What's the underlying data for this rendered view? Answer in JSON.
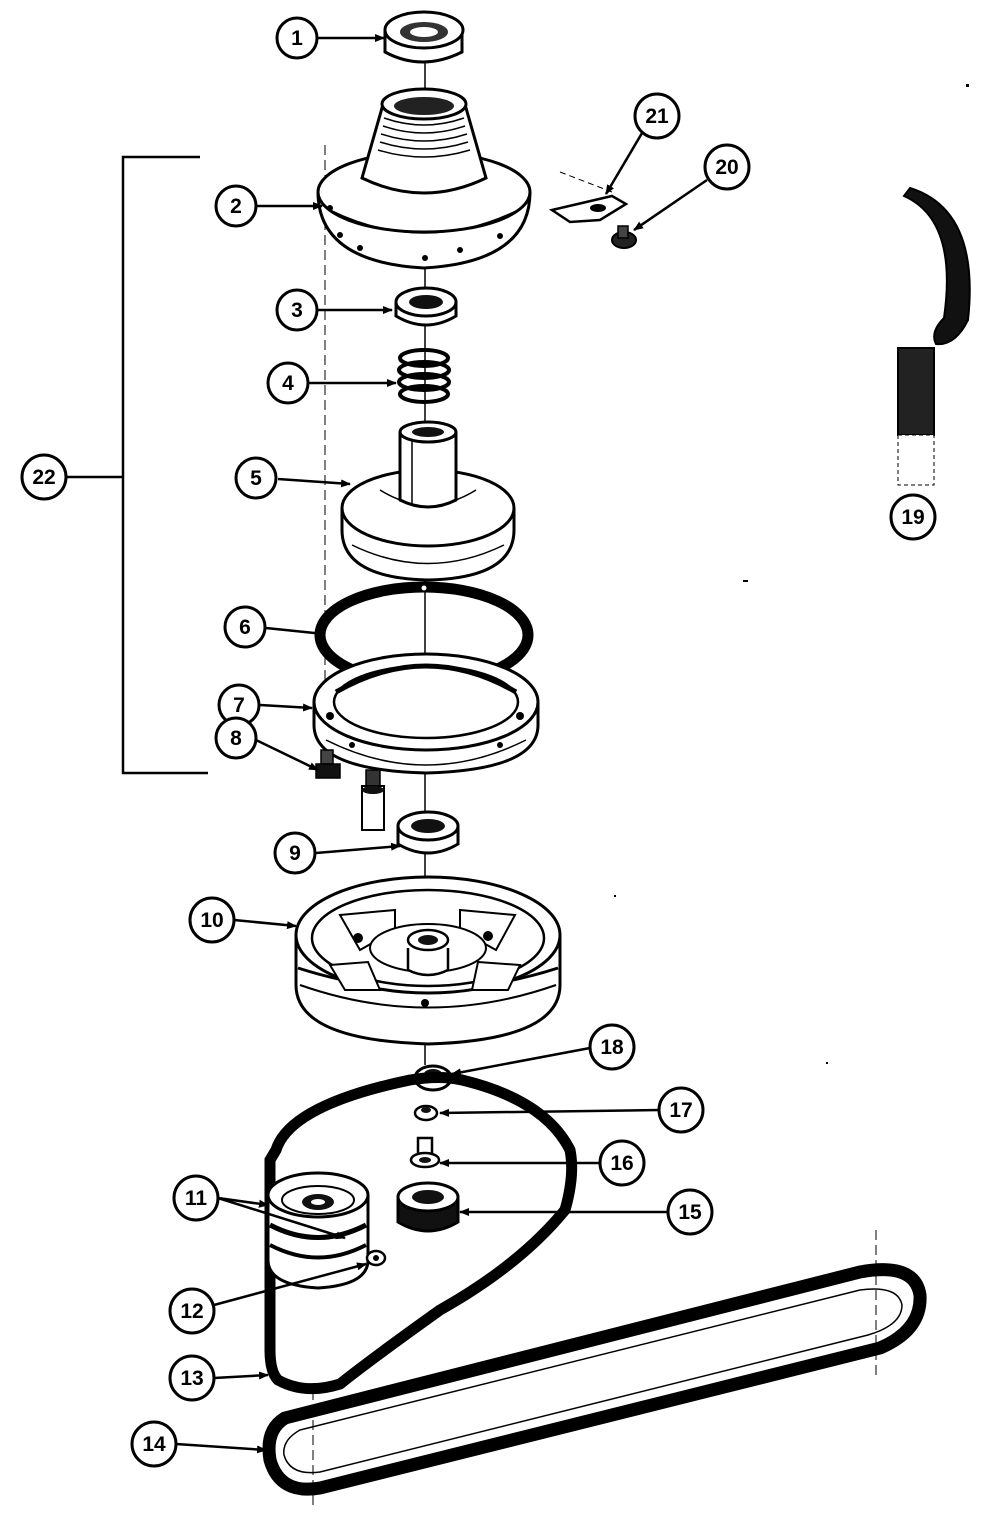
{
  "callouts": [
    {
      "id": "1",
      "label": "1"
    },
    {
      "id": "2",
      "label": "2"
    },
    {
      "id": "3",
      "label": "3"
    },
    {
      "id": "4",
      "label": "4"
    },
    {
      "id": "5",
      "label": "5"
    },
    {
      "id": "6",
      "label": "6"
    },
    {
      "id": "7",
      "label": "7"
    },
    {
      "id": "8",
      "label": "8"
    },
    {
      "id": "9",
      "label": "9"
    },
    {
      "id": "10",
      "label": "10"
    },
    {
      "id": "11",
      "label": "11"
    },
    {
      "id": "12",
      "label": "12"
    },
    {
      "id": "13",
      "label": "13"
    },
    {
      "id": "14",
      "label": "14"
    },
    {
      "id": "15",
      "label": "15"
    },
    {
      "id": "16",
      "label": "16"
    },
    {
      "id": "17",
      "label": "17"
    },
    {
      "id": "18",
      "label": "18"
    },
    {
      "id": "19",
      "label": "19"
    },
    {
      "id": "20",
      "label": "20"
    },
    {
      "id": "21",
      "label": "21"
    },
    {
      "id": "22",
      "label": "22"
    }
  ],
  "colors": {
    "ink": "#000000",
    "paper": "#ffffff",
    "shade": "#555555"
  }
}
